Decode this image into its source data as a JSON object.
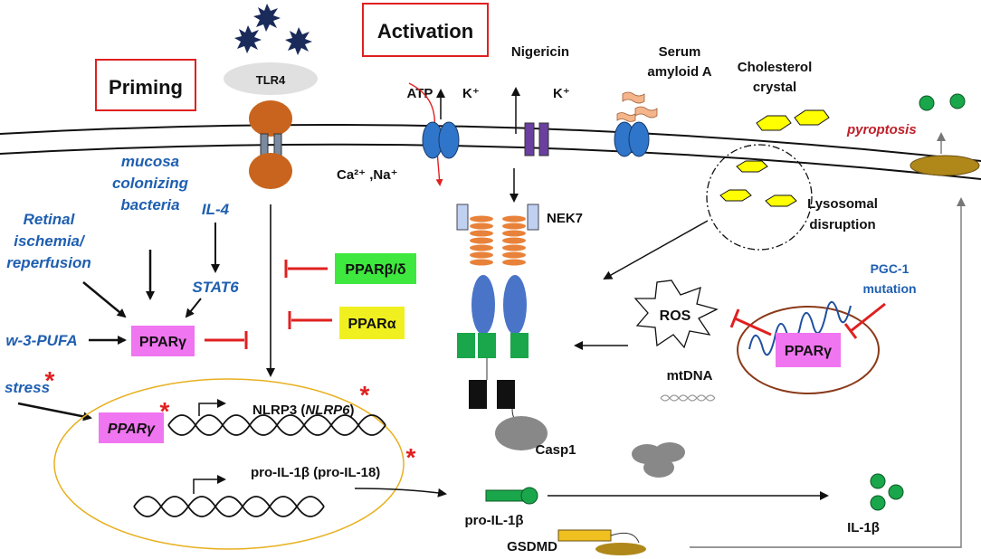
{
  "labels": {
    "priming": "Priming",
    "activation": "Activation",
    "tlr4": "TLR4",
    "atp": "ATP",
    "k_plus_left": "K⁺",
    "nigericin": "Nigericin",
    "k_plus_right": "K⁺",
    "serum": "Serum",
    "amyloid_a": "amyloid A",
    "cholesterol": "Cholesterol",
    "crystal": "crystal",
    "pyroptosis": "pyroptosis",
    "ca_na": "Ca²⁺ ,Na⁺",
    "retinal1": "Retinal",
    "retinal2": "ischemia/",
    "retinal3": "reperfusion",
    "mucosa1": "mucosa",
    "mucosa2": "colonizing",
    "mucosa3": "bacteria",
    "il4": "IL-4",
    "stat6": "STAT6",
    "w3pufa": "w-3-PUFA",
    "stress": "stress",
    "ppar_gamma": "PPARγ",
    "ppar_bd": "PPARβ/δ",
    "ppar_alpha": "PPARα",
    "ppar_gamma_nuc": "PPARγ",
    "ppar_gamma_mito": "PPARγ",
    "nek7": "NEK7",
    "lysosomal1": "Lysosomal",
    "lysosomal2": "disruption",
    "pgc1_1": "PGC-1",
    "pgc1_2": "mutation",
    "ros": "ROS",
    "mtdna": "mtDNA",
    "casp1": "Casp1",
    "nlrp3": "NLRP3 (",
    "nlrp6": "NLRP6",
    "nlrp_close": ")",
    "pro_il1b_nuc": "pro-IL-1β (pro-IL-18)",
    "pro_il1b": "pro-IL-1β",
    "gsdmd": "GSDMD",
    "il1b": "IL-1β",
    "asterisk": "*"
  },
  "colors": {
    "red": "#e02020",
    "blue_text": "#1f5fb0",
    "membrane_fill": "#ffffff",
    "tlr4_brown": "#c8641e",
    "channel_blue": "#2f75c9",
    "channel_purple": "#6a3fa0",
    "nlrp_orange": "#e8823a",
    "nlrp_blue": "#4a74c8",
    "asc_green": "#1aa64b",
    "casp_black": "#111111",
    "gray": "#888888",
    "ppar_magenta": "#f075f0",
    "ppar_green": "#3ee83e",
    "ppar_yellow": "#f0f020",
    "yellow_crystal": "#ffff00",
    "il1b_green": "#1aa64b",
    "mito_brown": "#8a3a1a",
    "nucleus_border": "#e8b020",
    "pore_olive": "#b0881a"
  },
  "icons": {
    "tlr4_receptor": "tlr4-receptor-icon",
    "lps": "lps-star-icon",
    "ion_channel": "ion-channel-icon",
    "crystal": "cholesterol-crystal-icon",
    "saa": "serum-amyloid-icon",
    "lysosome": "lysosome-icon",
    "mitochondrion": "mitochondrion-icon",
    "ros_burst": "ros-burst-icon",
    "dna_helix": "dna-helix-icon",
    "inflammasome": "inflammasome-icon",
    "pore": "gsdmd-pore-icon"
  }
}
